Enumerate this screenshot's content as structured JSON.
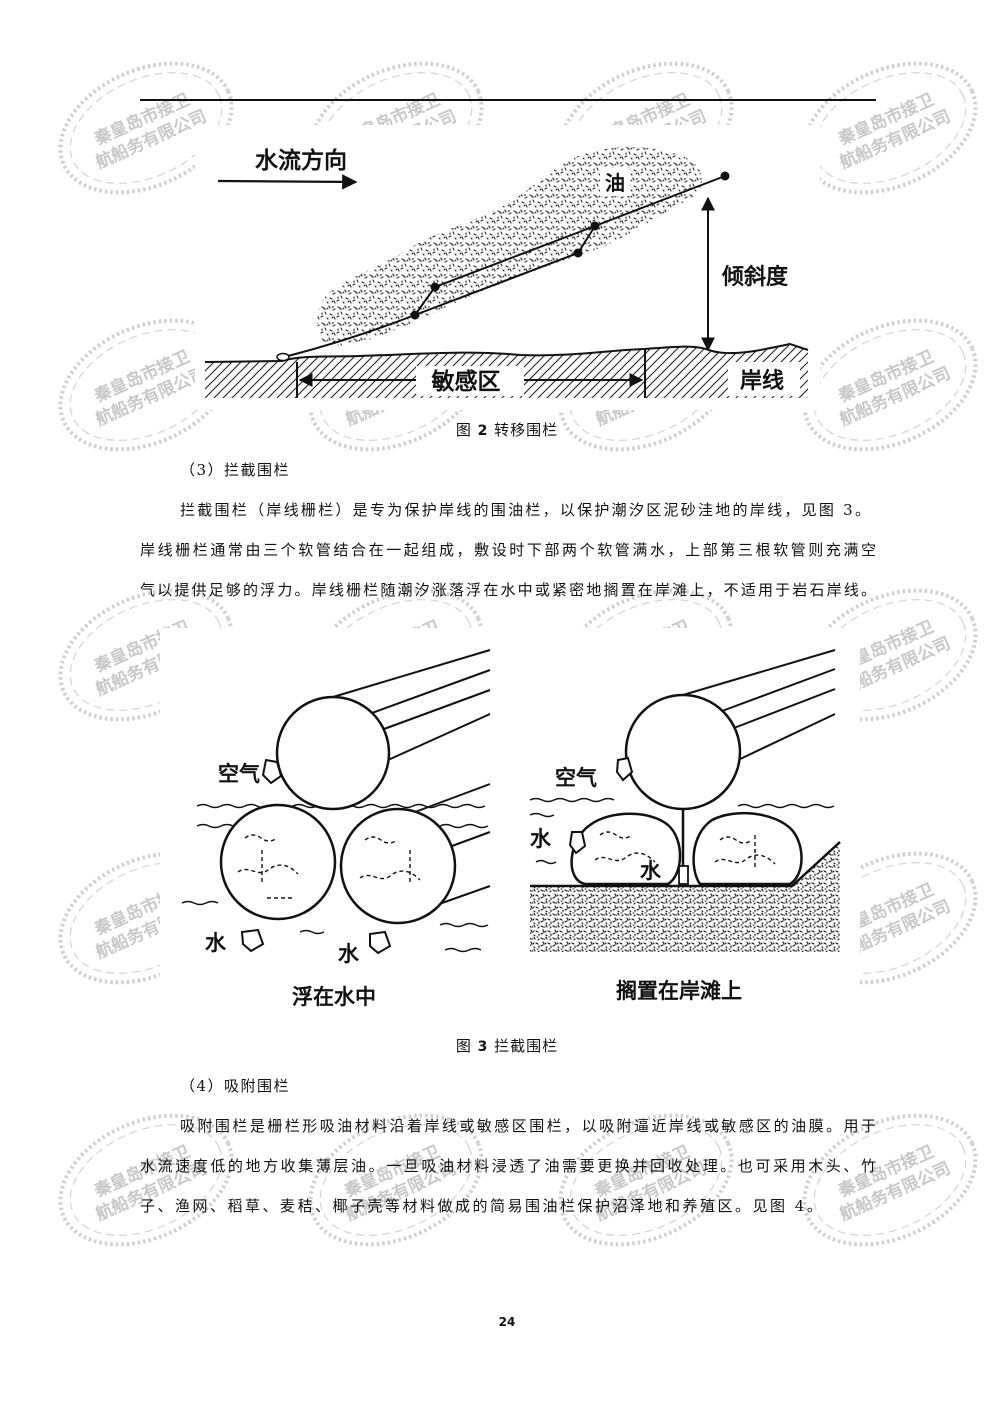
{
  "page": {
    "number": "24"
  },
  "watermark": {
    "line1": "秦皇岛市接卫",
    "line2": "航船务有限公司"
  },
  "figure2": {
    "labels": {
      "flow_direction": "水流方向",
      "oil": "油",
      "slope": "倾斜度",
      "sensitive_area": "敏感区",
      "shoreline": "岸线"
    },
    "caption": {
      "prefix": "图",
      "number": "2",
      "title": "转移围栏"
    }
  },
  "section3": {
    "heading": "（3）拦截围栏",
    "paragraph_lines": [
      "拦截围栏（岸线栅栏）是专为保护岸线的围油栏，以保护潮汐区泥砂洼地的岸线，见图 3。",
      "岸线栅栏通常由三个软管结合在一起组成，敷设时下部两个软管满水，上部第三根软管则充满空",
      "气以提供足够的浮力。岸线栅栏随潮汐涨落浮在水中或紧密地搁置在岸滩上，不适用于岩石岸线。"
    ]
  },
  "figure3": {
    "left": {
      "air": "空气",
      "water_1": "水",
      "water_2": "水",
      "title": "浮在水中"
    },
    "right": {
      "air": "空气",
      "water_1": "水",
      "water_2": "水",
      "title": "搁置在岸滩上"
    },
    "caption": {
      "prefix": "图",
      "number": "3",
      "title": "拦截围栏"
    }
  },
  "section4": {
    "heading": "（4）吸附围栏",
    "paragraph_lines": [
      "吸附围栏是栅栏形吸油材料沿着岸线或敏感区围栏，以吸附逼近岸线或敏感区的油膜。用于",
      "水流速度低的地方收集薄层油。一旦吸油材料浸透了油需要更换并回收处理。也可采用木头、竹",
      "子、渔网、稻草、麦秸、椰子壳等材料做成的简易围油栏保护沼泽地和养殖区。见图 4。"
    ]
  }
}
